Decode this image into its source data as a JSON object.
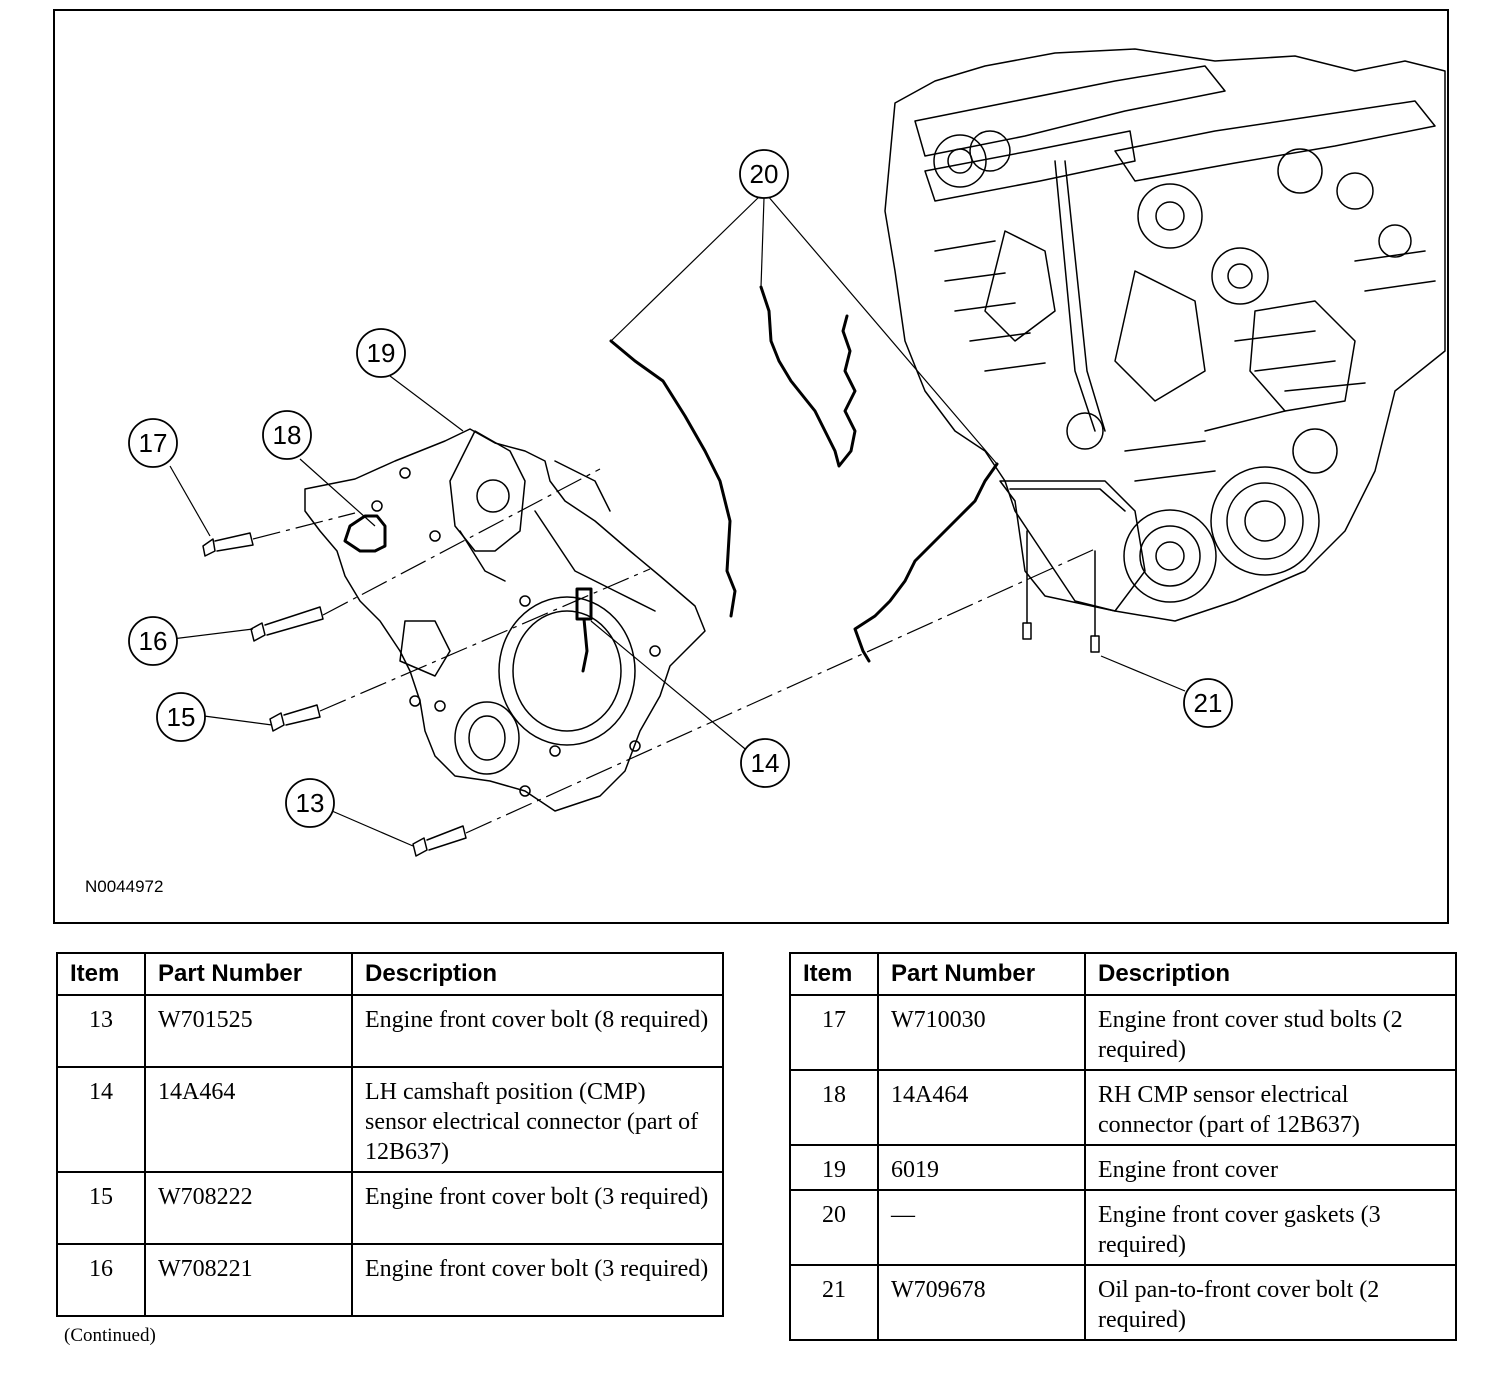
{
  "figure": {
    "id": "N0044972",
    "callouts": [
      "13",
      "14",
      "15",
      "16",
      "17",
      "18",
      "19",
      "20",
      "21"
    ]
  },
  "tables": {
    "headers": [
      "Item",
      "Part Number",
      "Description"
    ],
    "left": [
      {
        "item": "13",
        "part": "W701525",
        "desc": "Engine front cover bolt (8 required)"
      },
      {
        "item": "14",
        "part": "14A464",
        "desc": "LH camshaft position (CMP) sensor electrical connector (part of 12B637)"
      },
      {
        "item": "15",
        "part": "W708222",
        "desc": "Engine front cover bolt (3 required)"
      },
      {
        "item": "16",
        "part": "W708221",
        "desc": "Engine front cover bolt (3 required)"
      }
    ],
    "right": [
      {
        "item": "17",
        "part": "W710030",
        "desc": "Engine front cover stud bolts (2 required)"
      },
      {
        "item": "18",
        "part": "14A464",
        "desc": "RH CMP sensor electrical connector (part of 12B637)"
      },
      {
        "item": "19",
        "part": "6019",
        "desc": "Engine front cover"
      },
      {
        "item": "20",
        "part": "—",
        "desc": "Engine front cover gaskets (3 required)"
      },
      {
        "item": "21",
        "part": "W709678",
        "desc": "Oil pan-to-front cover bolt (2 required)"
      }
    ]
  },
  "footer": {
    "continued": "(Continued)"
  }
}
